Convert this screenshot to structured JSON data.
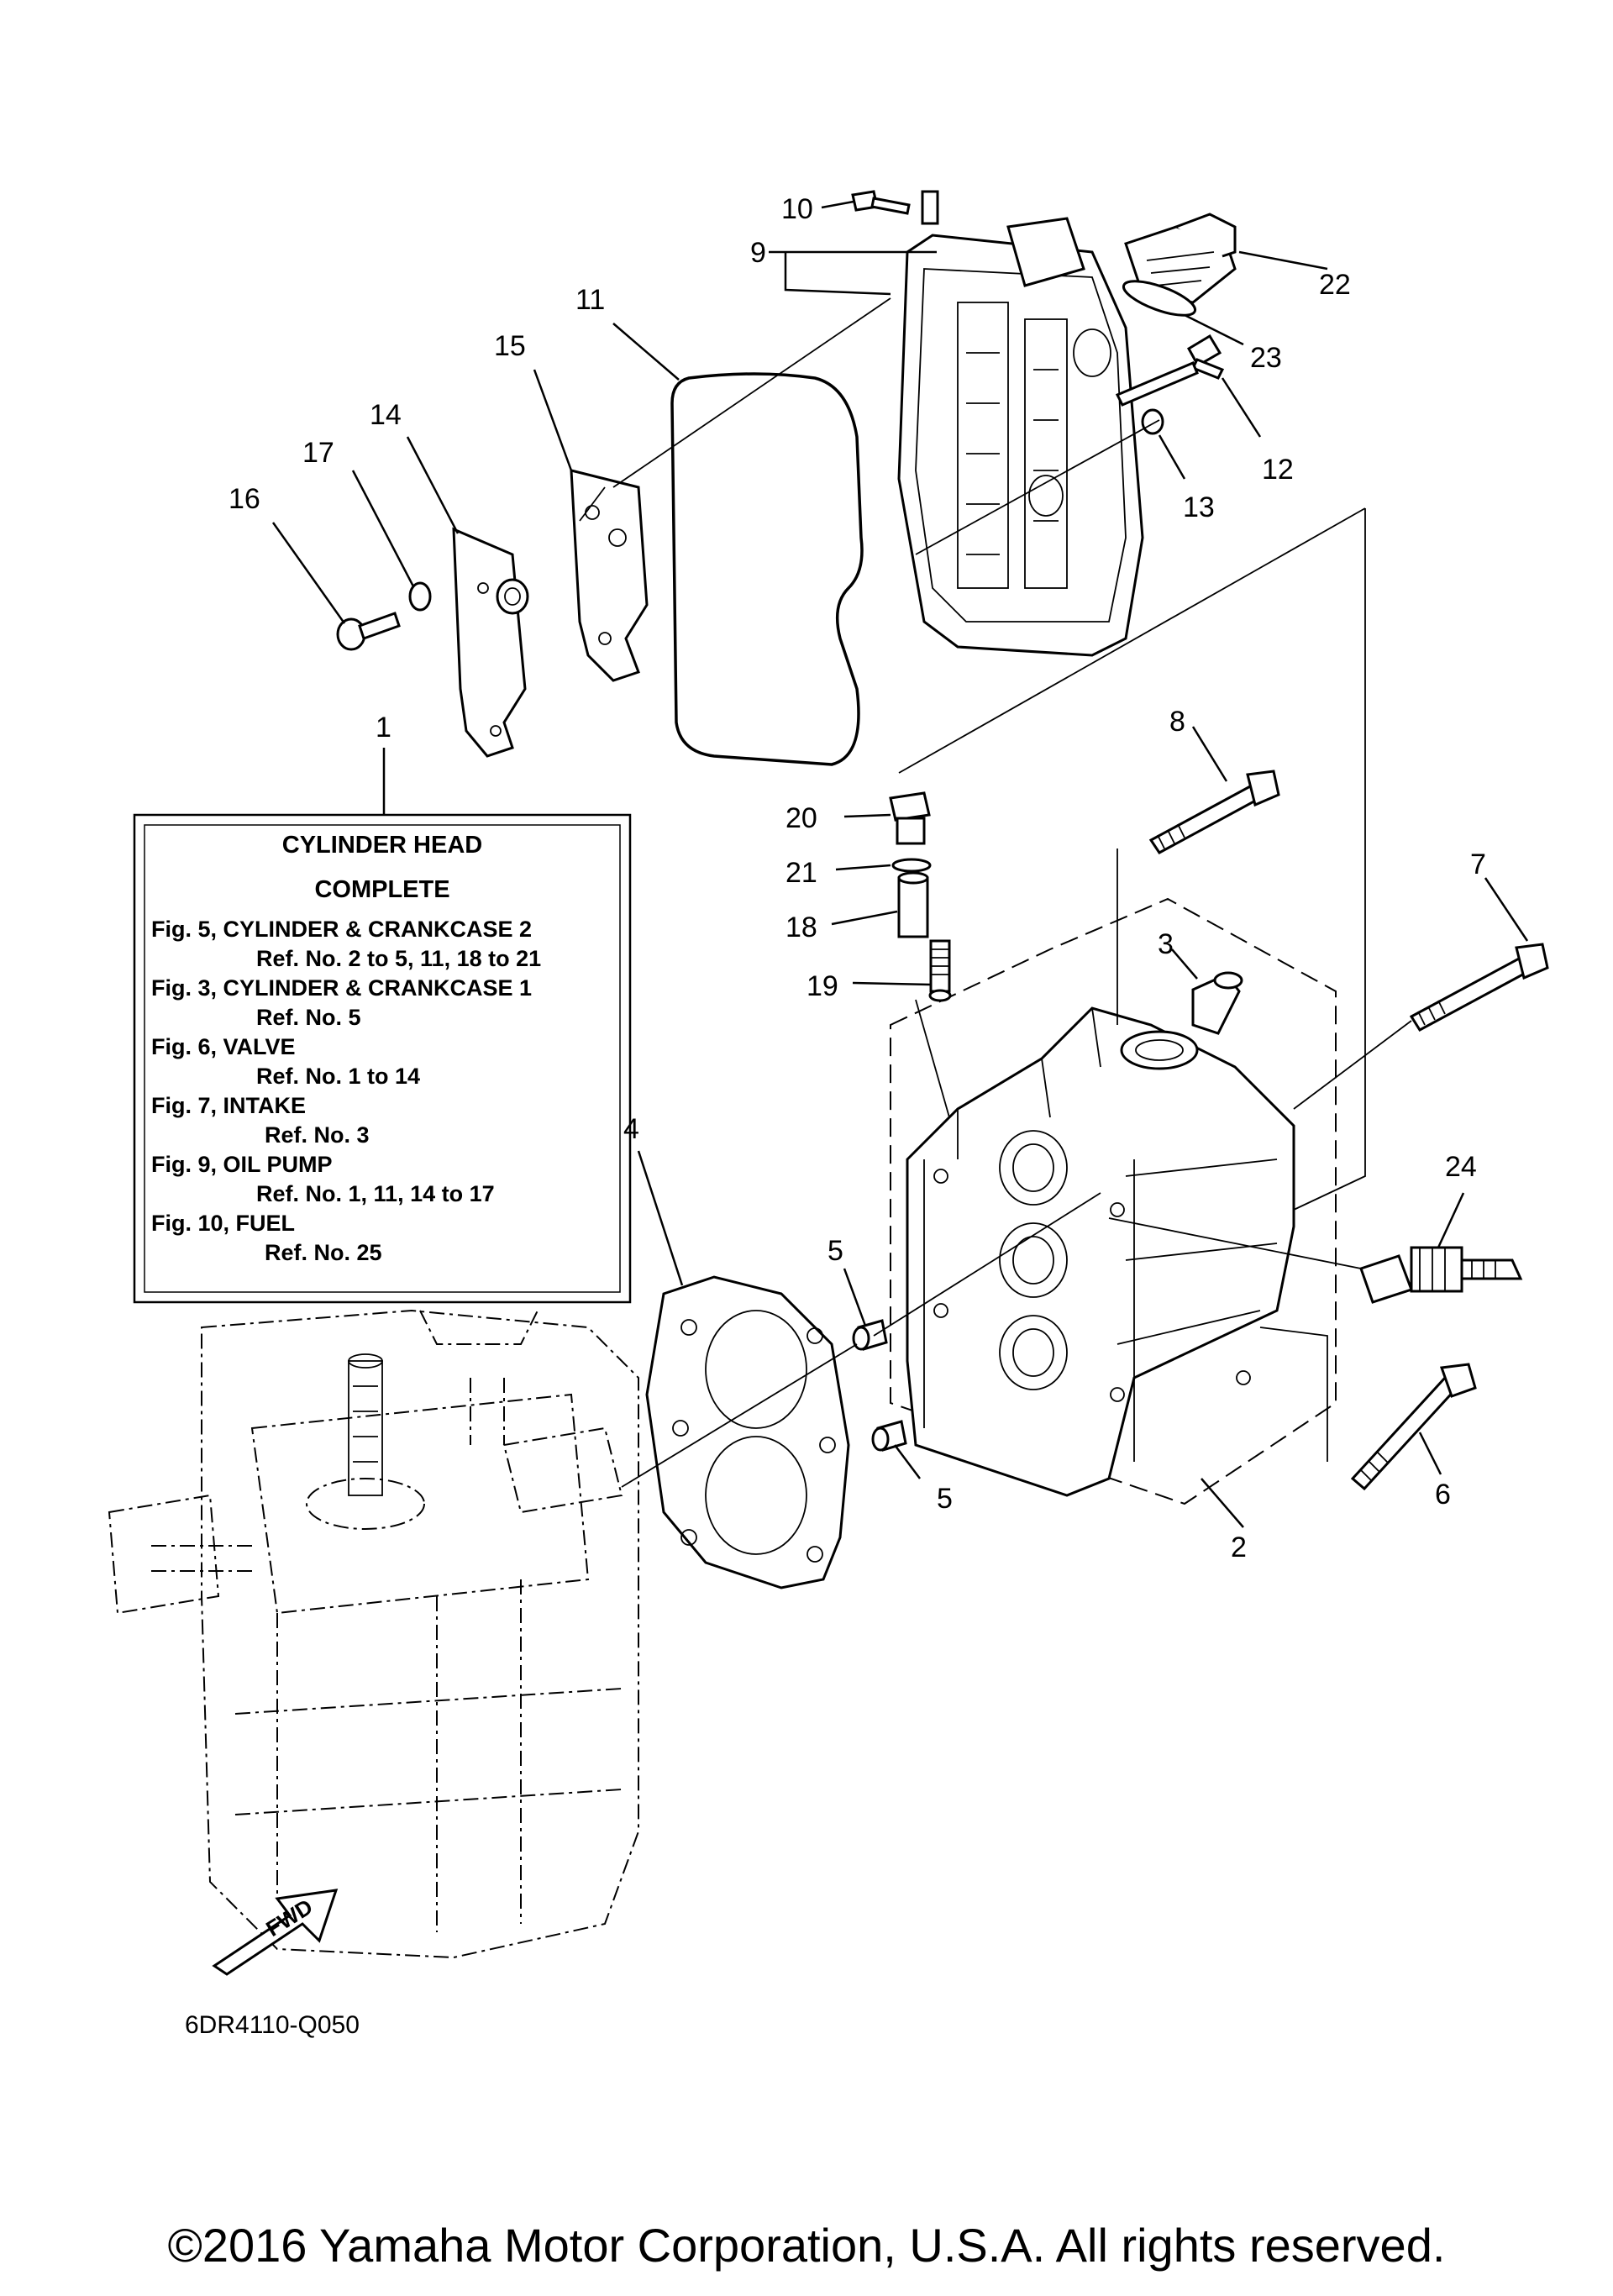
{
  "diagram": {
    "callouts": {
      "c1": "1",
      "c2": "2",
      "c3": "3",
      "c4": "4",
      "c5a": "5",
      "c5b": "5",
      "c6": "6",
      "c7": "7",
      "c8": "8",
      "c9": "9",
      "c10": "10",
      "c11": "11",
      "c12": "12",
      "c13": "13",
      "c14": "14",
      "c15": "15",
      "c16": "16",
      "c17": "17",
      "c18": "18",
      "c19": "19",
      "c20": "20",
      "c21": "21",
      "c22": "22",
      "c23": "23",
      "c24": "24"
    },
    "box": {
      "title1": "CYLINDER HEAD",
      "title2": "COMPLETE",
      "lines": [
        "Fig. 5, CYLINDER & CRANKCASE 2",
        "Ref. No. 2 to 5, 11, 18 to 21",
        "Fig. 3, CYLINDER & CRANKCASE 1",
        "Ref. No. 5",
        "Fig. 6, VALVE",
        "Ref. No. 1 to 14",
        "Fig. 7, INTAKE",
        "Ref. No. 3",
        "Fig. 9, OIL PUMP",
        "Ref. No. 1, 11, 14 to 17",
        "Fig. 10, FUEL",
        "Ref. No. 25"
      ]
    },
    "fwd_label": "FWD",
    "diagram_code": "6DR4110-Q050"
  },
  "footer": {
    "copyright": "©2016 Yamaha Motor Corporation, U.S.A. All rights reserved."
  }
}
